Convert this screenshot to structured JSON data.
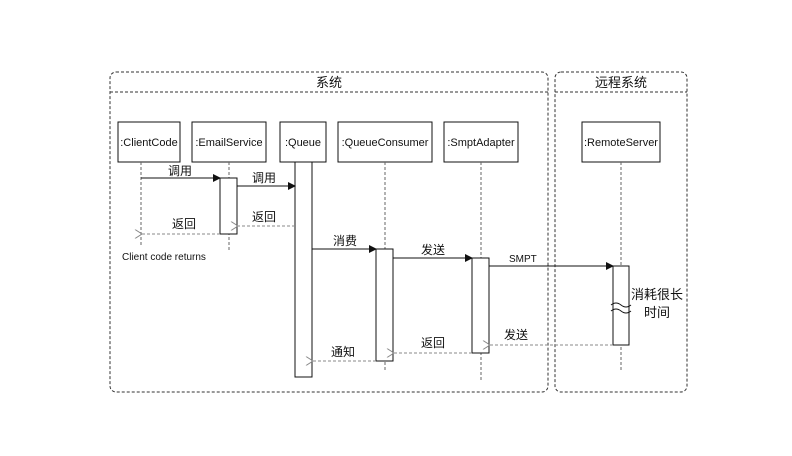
{
  "frames": {
    "system_title": "系统",
    "remote_title": "远程系统"
  },
  "objects": {
    "client_code": ":ClientCode",
    "email_service": ":EmailService",
    "queue": ":Queue",
    "queue_consumer": ":QueueConsumer",
    "smpt_adapter": ":SmptAdapter",
    "remote_server": ":RemoteServer"
  },
  "messages": {
    "call_1": "调用",
    "call_2": "调用",
    "return_1": "返回",
    "return_2": "返回",
    "consume": "消费",
    "send_1": "发送",
    "smpt": "SMPT",
    "send_2": "发送",
    "return_3": "返回",
    "notify": "通知"
  },
  "notes": {
    "client_returns": "Client code returns",
    "long_time_line1": "消耗很长",
    "long_time_line2": "时间"
  }
}
